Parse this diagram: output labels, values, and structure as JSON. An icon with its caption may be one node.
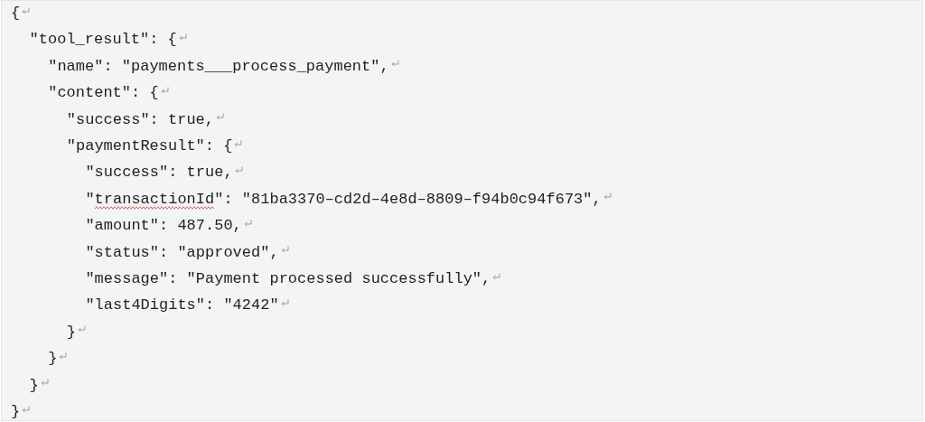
{
  "diagram": {
    "labels": [
      "{",
      "\"tool_result\": {",
      "\"name\": \"payments___process_payment\",",
      "\"content\": {",
      "\"success\": true,",
      "\"paymentResult\": {",
      "\"success\": true,",
      "\"transactionId\": \"81ba3370–cd2d–4e8d–8809–f94b0c94f673\",",
      "\"amount\": 487.50,",
      "\"status\": \"approved\",",
      "\"message\": \"Payment processed successfully\",",
      "\"last4Digits\": \"4242\"",
      "}",
      "}",
      "}",
      "}"
    ]
  }
}
